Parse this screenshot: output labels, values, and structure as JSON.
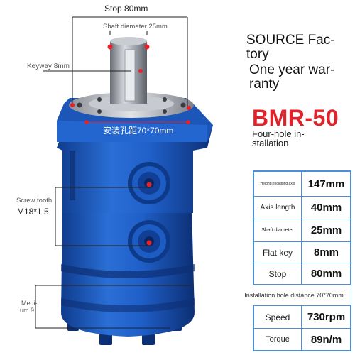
{
  "callouts": {
    "stop": "Stop 80mm",
    "shaft_diameter": "Shaft diameter 25mm",
    "keyway": "Keyway 8mm",
    "mount_hole": "安装孔距70*70mm",
    "screw_tooth": "Screw tooth",
    "screw_size": "M18*1.5",
    "medium_1": "Medi-",
    "medium_2": "um 9"
  },
  "headline": {
    "source_1": "SOURCE Fac-",
    "source_2": "tory",
    "warranty_1": "One year war-",
    "warranty_2": "ranty",
    "model": "BMR-50",
    "install_1": "Four-hole in-",
    "install_2": "stallation"
  },
  "specs": [
    {
      "label": "Height (excluding axis",
      "value": "147mm"
    },
    {
      "label": "Axis length",
      "value": "40mm"
    },
    {
      "label": "Shaft diameter",
      "value": "25mm"
    },
    {
      "label": "Flat key",
      "value": "8mm"
    },
    {
      "label": "Stop",
      "value": "80mm"
    },
    {
      "label": "Installation hole distance 70*70mm",
      "value": ""
    },
    {
      "label": "Speed",
      "value": "730rpm"
    },
    {
      "label": "Torque",
      "value": "89n/m"
    }
  ],
  "colors": {
    "motor_blue": "#1f5fc8",
    "motor_blue_dark": "#113e91",
    "table_border": "#4a8fd8",
    "model_red": "#e0222b",
    "callout_red": "#e8202a"
  }
}
